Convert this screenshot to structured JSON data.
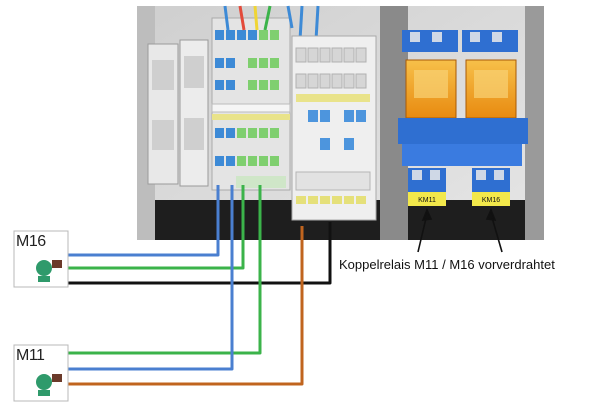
{
  "caption": "Koppelrelais M11 / M16 vorverdrahtet",
  "pumps": [
    {
      "label": "M16"
    },
    {
      "label": "M11"
    }
  ],
  "relays": [
    {
      "label": "KM11"
    },
    {
      "label": "KM16"
    }
  ],
  "colors": {
    "wire_blue": "#4a7fd0",
    "wire_green": "#3bb34a",
    "wire_black": "#111111",
    "wire_brown": "#c0641e",
    "relay_blue": "#2f6fd1",
    "relay_orange": "#f4a21f",
    "label_yellow": "#f2e84b",
    "panel_bg": "#d9d9d9"
  }
}
